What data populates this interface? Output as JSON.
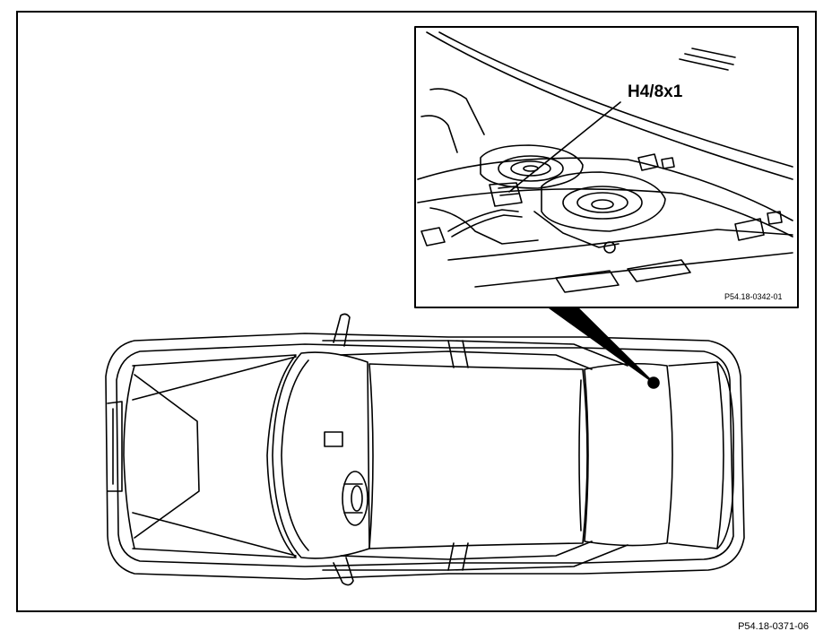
{
  "figure": {
    "callout_label": "H4/8x1",
    "inset_reference": "P54.18-0342-01",
    "figure_reference": "P54.18-0371-06",
    "colors": {
      "line": "#000000",
      "background": "#ffffff"
    }
  }
}
